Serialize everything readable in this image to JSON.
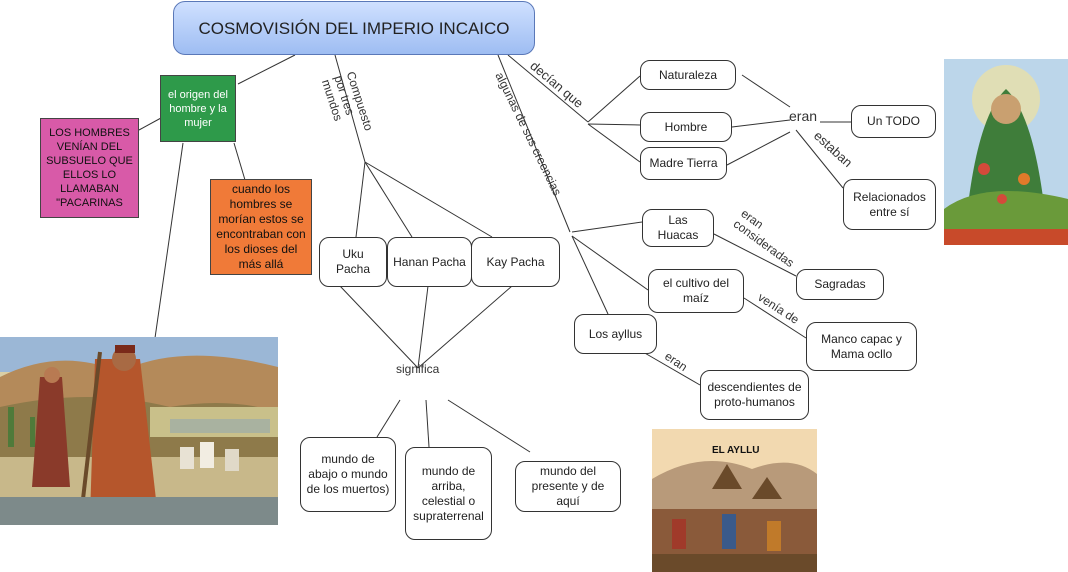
{
  "title": "COSMOVISIÓN DEL IMPERIO INCAICO",
  "nodes": {
    "origen": "el origen del hombre y la mujer",
    "hombres_subsuelo": "LOS HOMBRES VENÍAN DEL SUBSUELO QUE ELLOS LO LLAMABAN \"PACARINAS",
    "morian": "cuando los hombres se morían estos se encontraban con los dioses del más allá",
    "uku": "Uku Pacha",
    "hanan": "Hanan Pacha",
    "kay": "Kay Pacha",
    "significa": "significa",
    "mundo_abajo": "mundo de abajo o mundo de los muertos)",
    "mundo_arriba": "mundo de arriba, celestial o supraterrenal",
    "mundo_presente": "mundo del presente y de aquí",
    "naturaleza": "Naturaleza",
    "hombre": "Hombre",
    "madre_tierra": "Madre Tierra",
    "un_todo": "Un TODO",
    "relacionados": "Relacionados entre sí",
    "huacas": "Las Huacas",
    "sagradas": "Sagradas",
    "maiz": "el cultivo del maíz",
    "manco": "Manco capac y Mama ocllo",
    "ayllus": "Los ayllus",
    "descendientes": "descendientes de proto-humanos"
  },
  "links": {
    "compuesto": "Compuesto por tres mundos",
    "algunas": "algunas de sus creencias",
    "decian": "decían que",
    "eran1": "eran",
    "estaban": "estaban",
    "eran_consideradas": "eran consideradas",
    "venia_de": "venía de",
    "eran2": "eran"
  },
  "images": {
    "ayllu_caption": "EL AYLLU"
  },
  "colors": {
    "title_fill": "#a8c4f4",
    "origen_fill": "#2e9a4a",
    "subsuelo_fill": "#d85aa8",
    "morian_fill": "#f07a38"
  }
}
